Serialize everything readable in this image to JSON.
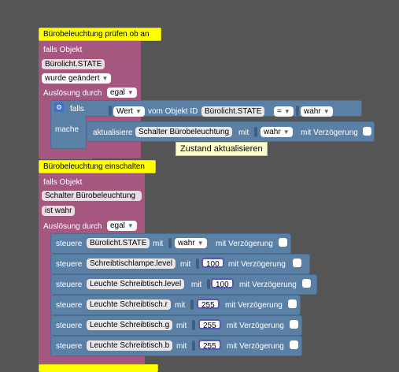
{
  "block1": {
    "comment": "Bürobeleuchtung prüfen ob an",
    "falls_objekt": "falls Objekt",
    "object": "Bürolicht.STATE",
    "trigger": "wurde geändert",
    "ausloesung": "Auslösung durch",
    "ausloesung_value": "egal",
    "if_label": "falls",
    "value_dd": "Wert",
    "vom_objekt": "vom Objekt ID",
    "object_id": "Bürolicht.STATE",
    "op": "=",
    "compare": "wahr",
    "mache": "mache",
    "aktualisiere": "aktualisiere",
    "target": "Schalter Bürobeleuchtung",
    "mit": "mit",
    "value": "wahr",
    "delay": "mit Verzögerung",
    "tooltip": "Zustand aktualisieren"
  },
  "block2": {
    "comment": "Bürobeleuchtung einschalten",
    "falls_objekt": "falls Objekt",
    "object": "Schalter Bürobeleuchtung",
    "trigger": "ist wahr",
    "ausloesung": "Auslösung durch",
    "ausloesung_value": "egal",
    "steuere": "steuere",
    "mit": "mit",
    "delay": "mit Verzögerung",
    "rows": [
      {
        "target": "Bürolicht.STATE",
        "value": "wahr"
      },
      {
        "target": "Schreibtischlampe.level",
        "value": "100"
      },
      {
        "target": "Leuchte Schreibtisch.level",
        "value": "100"
      },
      {
        "target": "Leuchte Schreibtisch.r",
        "value": "255"
      },
      {
        "target": "Leuchte Schreibtisch.g",
        "value": "255"
      },
      {
        "target": "Leuchte Schreibtisch.b",
        "value": "255"
      }
    ]
  },
  "icons": {
    "gear": "gear-icon",
    "dropdown": "chevron-down-icon"
  },
  "colors": {
    "canvas": "#555555",
    "event_block": "#a5577f",
    "action_block": "#5b80a5",
    "comment": "#ffff00",
    "number_border": "#5f55b9"
  }
}
